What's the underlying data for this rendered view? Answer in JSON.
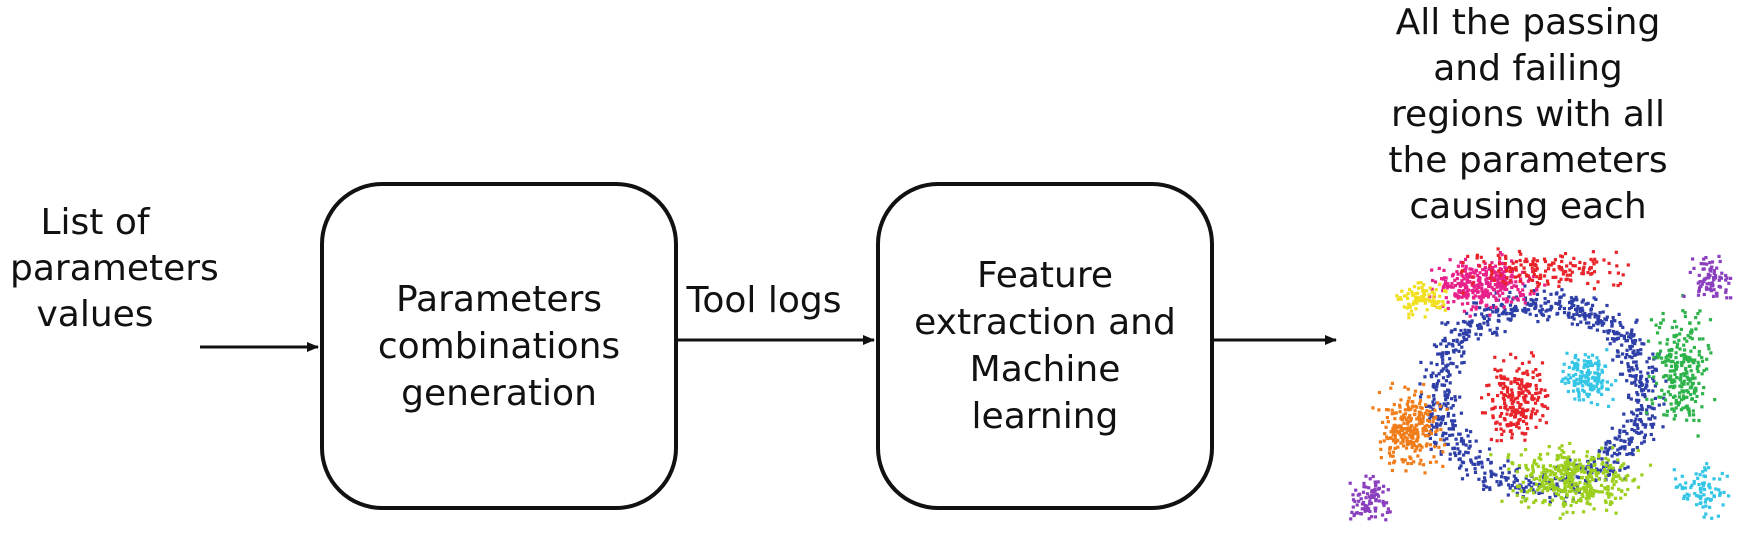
{
  "input": {
    "lines": [
      "List of",
      "parameters",
      "values"
    ]
  },
  "steps": [
    {
      "lines": [
        "Parameters",
        "combinations",
        "generation"
      ]
    },
    {
      "lines": [
        "Feature",
        "extraction and",
        "Machine",
        "learning"
      ]
    }
  ],
  "edge_label": "Tool logs",
  "output": {
    "lines": [
      "All the passing",
      "and failing",
      "regions with all",
      "the parameters",
      "causing each"
    ]
  },
  "cluster_colors": [
    "#2f3fa8",
    "#e8218a",
    "#f07d1a",
    "#9ccf1e",
    "#2db34a",
    "#35c6e6",
    "#8a3fbf",
    "#f0e020",
    "#e8242a"
  ]
}
